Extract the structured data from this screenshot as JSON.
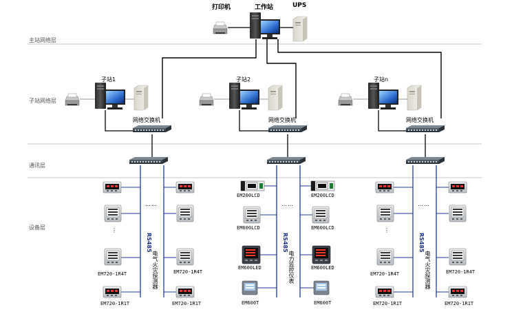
{
  "top": {
    "printer_label": "打印机",
    "workstation_label": "工作站",
    "ups_label": "UPS"
  },
  "layers": {
    "master": "主站网络层",
    "substation": "子站网络层",
    "comm": "通讯层",
    "device": "设备层"
  },
  "substations": [
    {
      "name": "子站1",
      "switch_label": "网络交换机",
      "rs_label": "RS485",
      "bus_label": "电气火灾探测器",
      "left_devices": [
        "EM720-1R4T",
        "EM720-1R1T"
      ],
      "right_devices": [
        "EM720-1R4T",
        "EM720-1R1T"
      ]
    },
    {
      "name": "子站2",
      "switch_label": "网络交换机",
      "rs_label": "RS485",
      "bus_label": "电力监控仪表",
      "left_devices": [
        "EM200LCD",
        "EM600LCD",
        "EM600LED",
        "EM600T"
      ],
      "right_devices": [
        "EM200LCD",
        "EM600LCD",
        "EM600LED",
        "EM600T"
      ]
    },
    {
      "name": "子站n",
      "switch_label": "网络交换机",
      "rs_label": "RS485",
      "bus_label": "电气火灾探测器",
      "left_devices": [
        "EM720-1R4T",
        "EM720-1R1T"
      ],
      "right_devices": [
        "EM720-1R4T",
        "EM720-1R1T"
      ]
    }
  ],
  "dots": "……",
  "vdots": "⋮"
}
